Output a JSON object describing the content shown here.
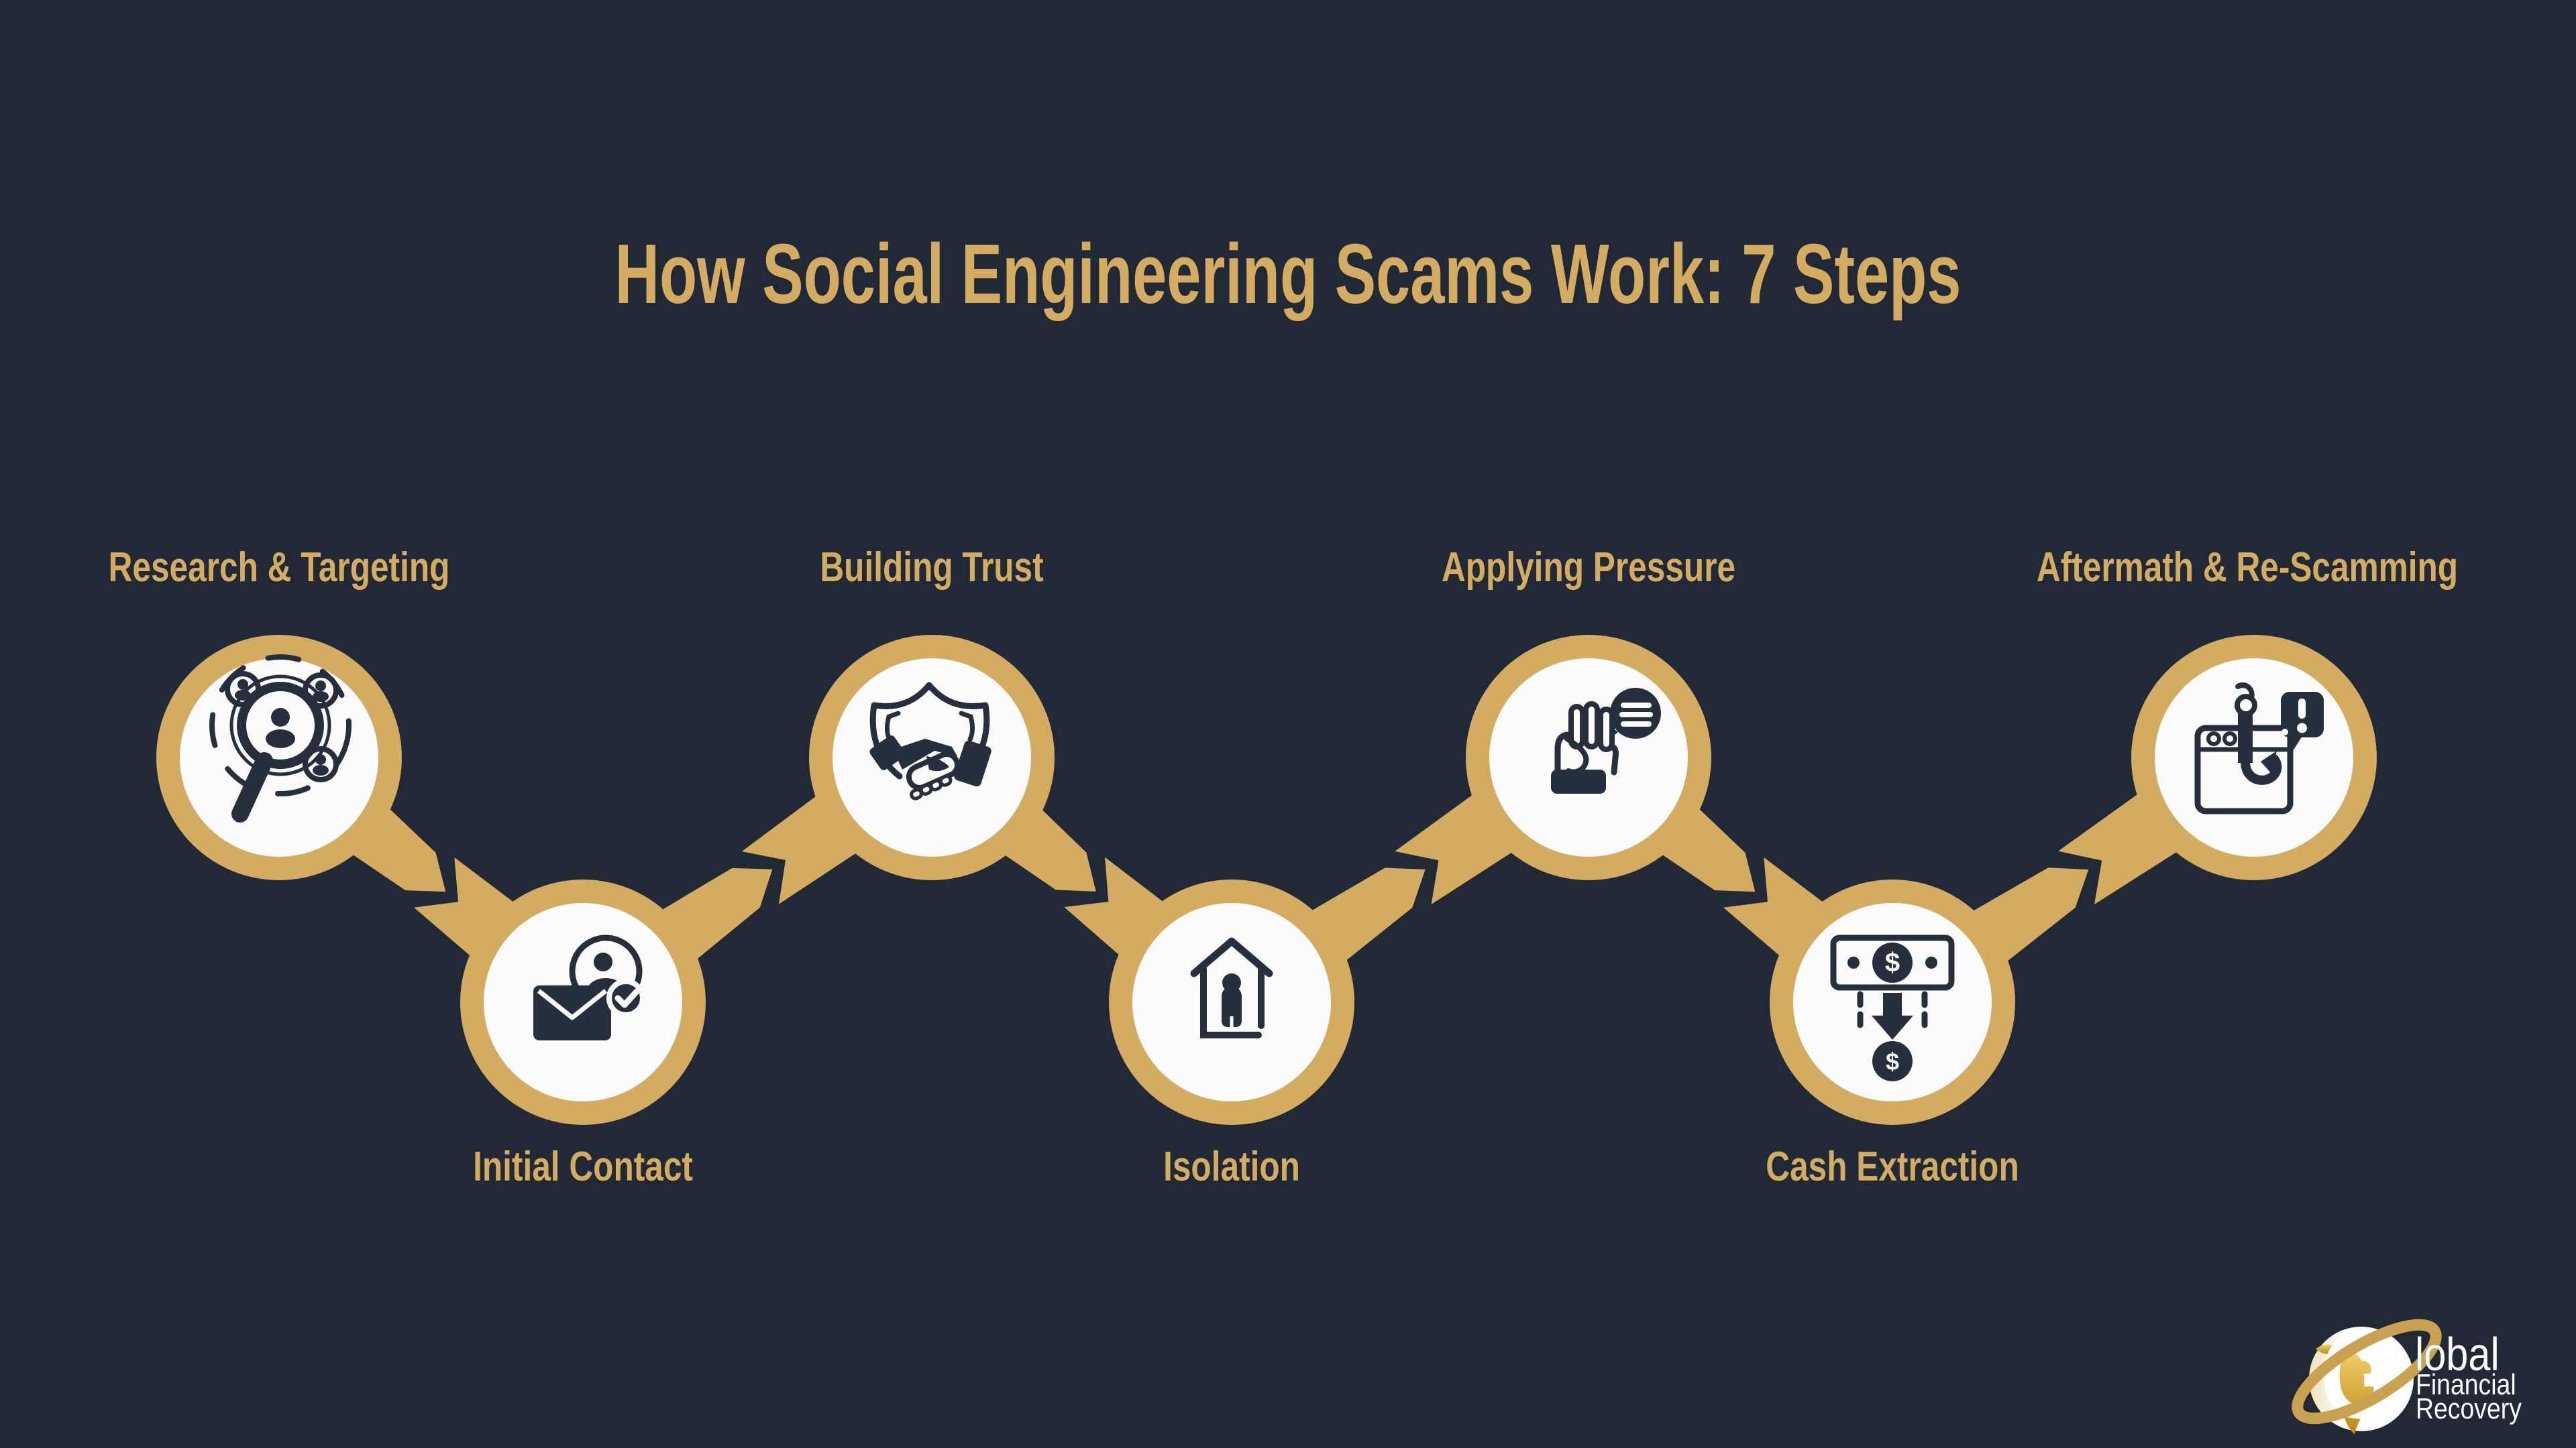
{
  "title": "How Social Engineering Scams Work: 7 Steps",
  "steps": [
    {
      "label": "Research & Targeting",
      "icon": "research-targeting-icon",
      "position": "top"
    },
    {
      "label": "Initial Contact",
      "icon": "initial-contact-icon",
      "position": "bottom"
    },
    {
      "label": "Building Trust",
      "icon": "building-trust-icon",
      "position": "top"
    },
    {
      "label": "Isolation",
      "icon": "isolation-icon",
      "position": "bottom"
    },
    {
      "label": "Applying Pressure",
      "icon": "applying-pressure-icon",
      "position": "top"
    },
    {
      "label": "Cash Extraction",
      "icon": "cash-extraction-icon",
      "position": "bottom"
    },
    {
      "label": "Aftermath & Re-Scamming",
      "icon": "aftermath-rescamming-icon",
      "position": "top"
    }
  ],
  "logo": {
    "initial": "G",
    "rest": "lobal",
    "line2": "Financial",
    "line3": "Recovery"
  },
  "colors": {
    "background": "#212936",
    "gold": "#d3ac62",
    "icon_navy": "#262f3e",
    "circle_white": "#fcfcfc",
    "logo_text": "#ffffff",
    "logo_ring_gold": "#c9a251"
  }
}
